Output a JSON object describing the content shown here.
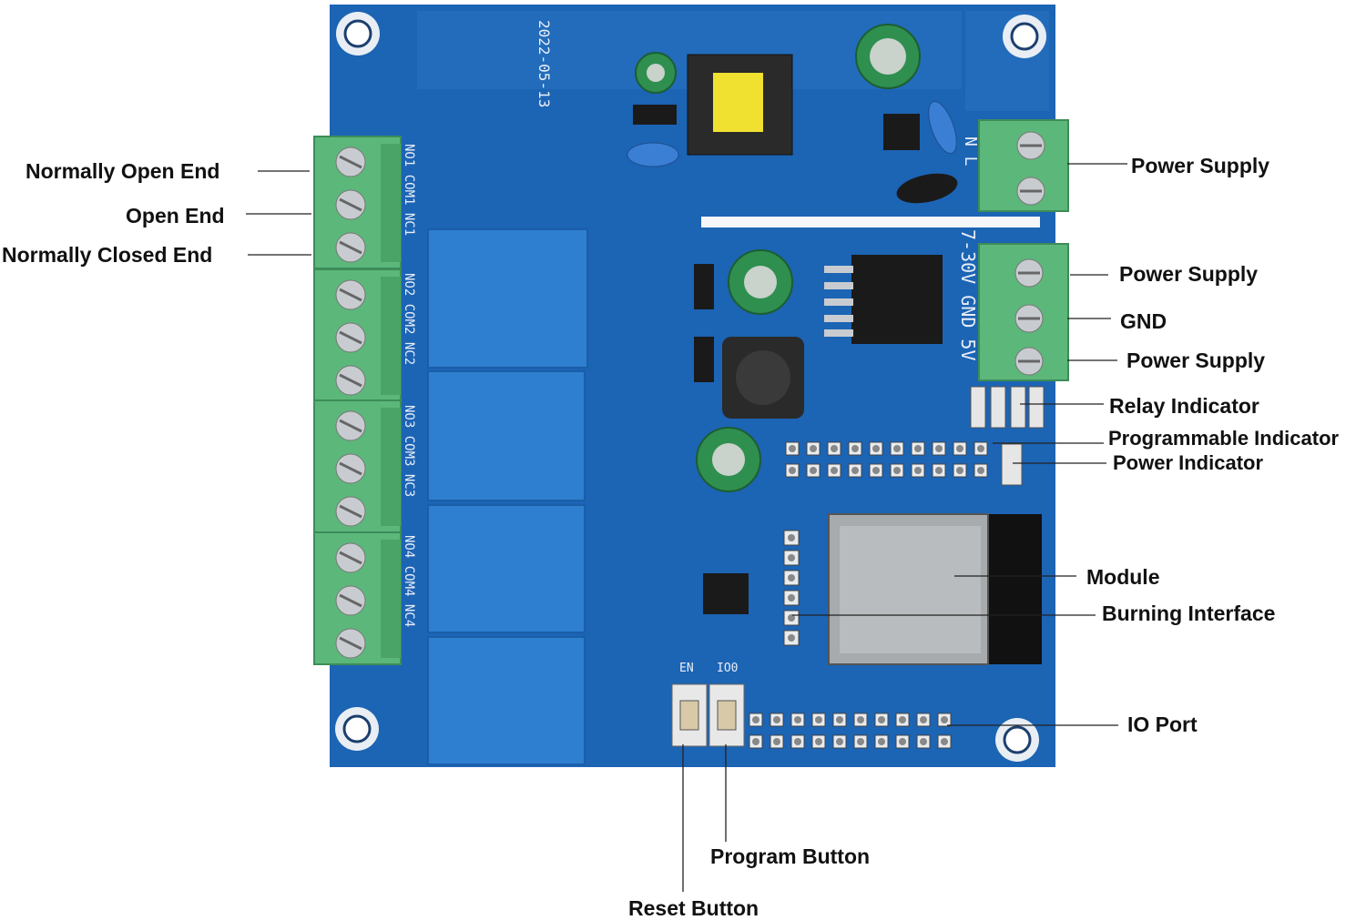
{
  "board": {
    "date": "2022-05-13",
    "voltage_marking": "7-30V GND 5V",
    "mains_marking": "N L",
    "terminal_markings": [
      "NO1 COM1 NC1",
      "NO2 COM2 NC2",
      "NO3 COM3 NC3",
      "NO4 COM4 NC4"
    ],
    "button_markings": {
      "en": "EN",
      "io0": "IO0"
    },
    "colors": {
      "pcb": "#1c64b4",
      "relay": "#2e7fd0",
      "terminal": "#5cb77a",
      "module": "#b9bcbf"
    }
  },
  "labels": {
    "normally_open_end": "Normally Open End",
    "open_end": "Open End",
    "normally_closed_end": "Normally Closed End",
    "power_supply_1": "Power Supply",
    "power_supply_2": "Power Supply",
    "gnd": "GND",
    "power_supply_3": "Power Supply",
    "relay_indicator": "Relay Indicator",
    "programmable_indicator": "Programmable Indicator",
    "power_indicator": "Power Indicator",
    "module": "Module",
    "burning_interface": "Burning Interface",
    "io_port": "IO Port",
    "program_button": "Program Button",
    "reset_button": "Reset Button"
  }
}
